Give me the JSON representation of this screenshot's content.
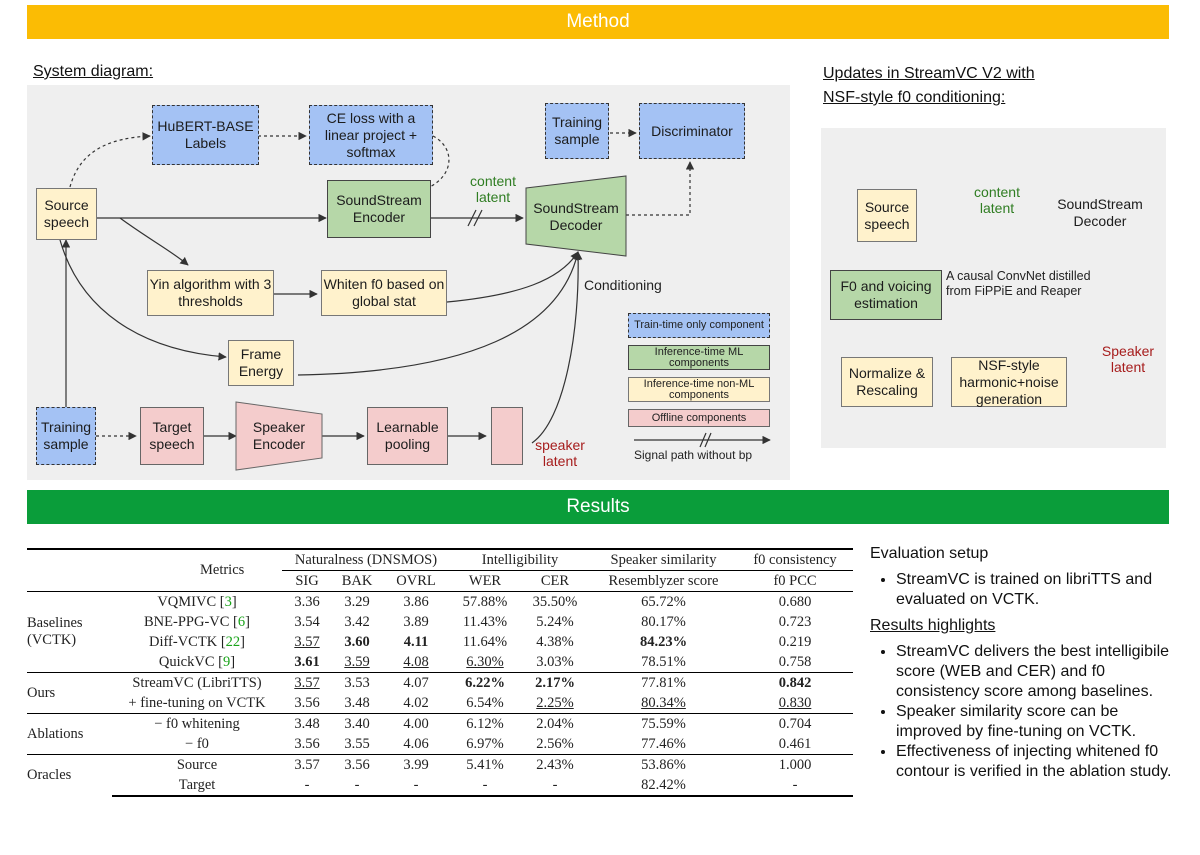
{
  "sections": {
    "method": "Method",
    "results": "Results"
  },
  "colors": {
    "method_banner": "#fbbc04",
    "results_banner": "#0a9d3a",
    "blue": "#a4c2f4",
    "green": "#b6d7a8",
    "yellow": "#fff2cc",
    "pink": "#f4cccc",
    "content_latent": "#2f7d22",
    "speaker_latent": "#a61c1c"
  },
  "system_diagram": {
    "heading": "System diagram:",
    "hubert": "HuBERT-BASE Labels",
    "ce_loss": "CE loss with a linear project + softmax",
    "training_sample_top": "Training sample",
    "discriminator": "Discriminator",
    "source_speech": "Source speech",
    "soundstream_encoder": "SoundStream Encoder",
    "content_latent": "content latent",
    "soundstream_decoder": "SoundStream Decoder",
    "yin": "Yin algorithm with 3 thresholds",
    "whiten": "Whiten f0 based on global stat",
    "conditioning": "Conditioning",
    "frame_energy": "Frame Energy",
    "training_sample_bottom": "Training sample",
    "target_speech": "Target speech",
    "speaker_encoder": "Speaker Encoder",
    "learnable_pooling": "Learnable pooling",
    "speaker_latent": "speaker latent",
    "legend": {
      "train_time": "Train-time only component",
      "inference_ml": "Inference-time ML components",
      "inference_nonml": "Inference-time non-ML components",
      "offline": "Offline components",
      "signal_path": "Signal path without bp"
    }
  },
  "v2_diagram": {
    "heading_line1": "Updates in StreamVC V2 with",
    "heading_line2": "NSF-style f0 conditioning:",
    "source_speech": "Source speech",
    "content_latent": "content latent",
    "soundstream_decoder": "SoundStream Decoder",
    "f0_estimation": "F0 and voicing estimation",
    "convnet_note": "A causal ConvNet distilled from FiPPiE and Reaper",
    "normalize": "Normalize & Rescaling",
    "nsf": "NSF-style harmonic+noise generation",
    "speaker_latent": "Speaker latent"
  },
  "results_table": {
    "metrics_label": "Metrics",
    "group_headers": [
      "Naturalness (DNSMOS)",
      "Intelligibility",
      "Speaker similarity",
      "f0 consistency"
    ],
    "sub_headers": [
      "SIG",
      "BAK",
      "OVRL",
      "WER",
      "CER",
      "Resemblyzer score",
      "f0 PCC"
    ],
    "groups": [
      {
        "name_line1": "Baselines",
        "name_line2": "(VCTK)",
        "rows": [
          {
            "method": "VQMIVC",
            "cite": "3",
            "values": [
              "3.36",
              "3.29",
              "3.86",
              "57.88%",
              "35.50%",
              "65.72%",
              "0.680"
            ]
          },
          {
            "method": "BNE-PPG-VC",
            "cite": "6",
            "values": [
              "3.54",
              "3.42",
              "3.89",
              "11.43%",
              "5.24%",
              "80.17%",
              "0.723"
            ]
          },
          {
            "method": "Diff-VCTK",
            "cite": "22",
            "values": [
              "3.57",
              "3.60",
              "4.11",
              "11.64%",
              "4.38%",
              "84.23%",
              "0.219"
            ]
          },
          {
            "method": "QuickVC",
            "cite": "9",
            "values": [
              "3.61",
              "3.59",
              "4.08",
              "6.30%",
              "3.03%",
              "78.51%",
              "0.758"
            ]
          }
        ]
      },
      {
        "name_line1": "Ours",
        "name_line2": "",
        "rows": [
          {
            "method": "StreamVC (LibriTTS)",
            "cite": "",
            "values": [
              "3.57",
              "3.53",
              "4.07",
              "6.22%",
              "2.17%",
              "77.81%",
              "0.842"
            ]
          },
          {
            "method": "+ fine-tuning on VCTK",
            "cite": "",
            "values": [
              "3.56",
              "3.48",
              "4.02",
              "6.54%",
              "2.25%",
              "80.34%",
              "0.830"
            ]
          }
        ]
      },
      {
        "name_line1": "Ablations",
        "name_line2": "",
        "rows": [
          {
            "method": "− f0 whitening",
            "cite": "",
            "values": [
              "3.48",
              "3.40",
              "4.00",
              "6.12%",
              "2.04%",
              "75.59%",
              "0.704"
            ]
          },
          {
            "method": "− f0",
            "cite": "",
            "values": [
              "3.56",
              "3.55",
              "4.06",
              "6.97%",
              "2.56%",
              "77.46%",
              "0.461"
            ]
          }
        ]
      },
      {
        "name_line1": "Oracles",
        "name_line2": "",
        "rows": [
          {
            "method": "Source",
            "cite": "",
            "values": [
              "3.57",
              "3.56",
              "3.99",
              "5.41%",
              "2.43%",
              "53.86%",
              "1.000"
            ]
          },
          {
            "method": "Target",
            "cite": "",
            "values": [
              "-",
              "-",
              "-",
              "-",
              "-",
              "82.42%",
              "-"
            ]
          }
        ]
      }
    ]
  },
  "evaluation": {
    "setup_title": "Evaluation setup",
    "setup_items": [
      "StreamVC is trained on libriTTS and evaluated on VCTK."
    ],
    "highlights_title": "Results highlights",
    "highlights_items": [
      "StreamVC delivers the best intelligibile score (WEB and CER) and f0 consistency score among baselines.",
      "Speaker similarity score can be improved by fine-tuning on VCTK.",
      "Effectiveness of injecting whitened f0 contour is verified in the ablation study."
    ]
  }
}
